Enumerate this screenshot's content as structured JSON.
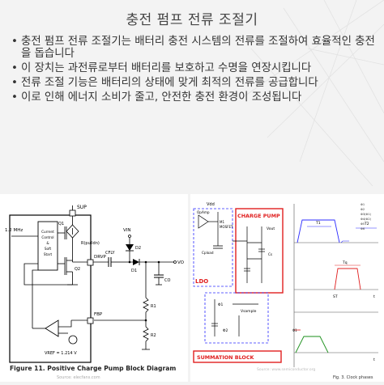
{
  "slide": {
    "title": "충전 펌프 전류 조절기",
    "bullets": [
      "충전 펌프 전류 조절기는 배터리 충전 시스템의 전류를 조절하여 효율적인 충전을 돕습니다",
      "이 장치는 과전류로부터 배터리를 보호하고 수명을 연장시킵니다",
      "전류 조절 기능은 배터리의 상태에 맞게 최적의 전류를 공급합니다",
      "이로 인해 에너지 소비가 줄고, 안전한 충전 환경이 조성됩니다"
    ]
  },
  "figure_left": {
    "caption": "Figure 11.  Positive Charge Pump Block Diagram",
    "source": "Source: elecfans.com",
    "labels": {
      "sup": "SUP",
      "freq": "1.2 MHz",
      "control_line1": "Current",
      "control_line2": "Control",
      "control_line3": "&",
      "control_line4": "Soft",
      "control_line5": "Start",
      "q1": "Q1",
      "q2": "Q2",
      "rpulldn": "R(pulldn)",
      "drvp": "DRVP",
      "cfly": "CFLY",
      "vin": "VIN",
      "d2": "D2",
      "d1": "D1",
      "vo": "VO",
      "co": "CO",
      "fbp": "FBP",
      "r1": "R1",
      "r2": "R2",
      "vref": "VREF = 1.214 V"
    }
  },
  "figure_right": {
    "source": "Source: www.semiconductor.org",
    "clock_caption": "Fig. 3.  Clock phases",
    "labels": {
      "vdd": "Vdd",
      "opamp": "OpAmp",
      "mosfet_line1": "M1",
      "mosfet_line2": "MOSFET",
      "cpload": "Cpload",
      "ldo": "LDO",
      "charge_pump": "CHARGE PUMP",
      "summation_block": "SUMMATION BLOCK",
      "vout": "Vout",
      "cs": "Cs",
      "vsample": "Vsample",
      "phi1": "Φ1",
      "phi2": "Φ2",
      "t1": "T1",
      "t2": "T2",
      "tq": "Tq",
      "st": "ST",
      "t": "t",
      "legend": [
        "Φ1",
        "Φ2",
        "Φ3(Φ1)",
        "Φ4(Φ2)",
        "Φ5",
        "Φ6"
      ]
    }
  }
}
